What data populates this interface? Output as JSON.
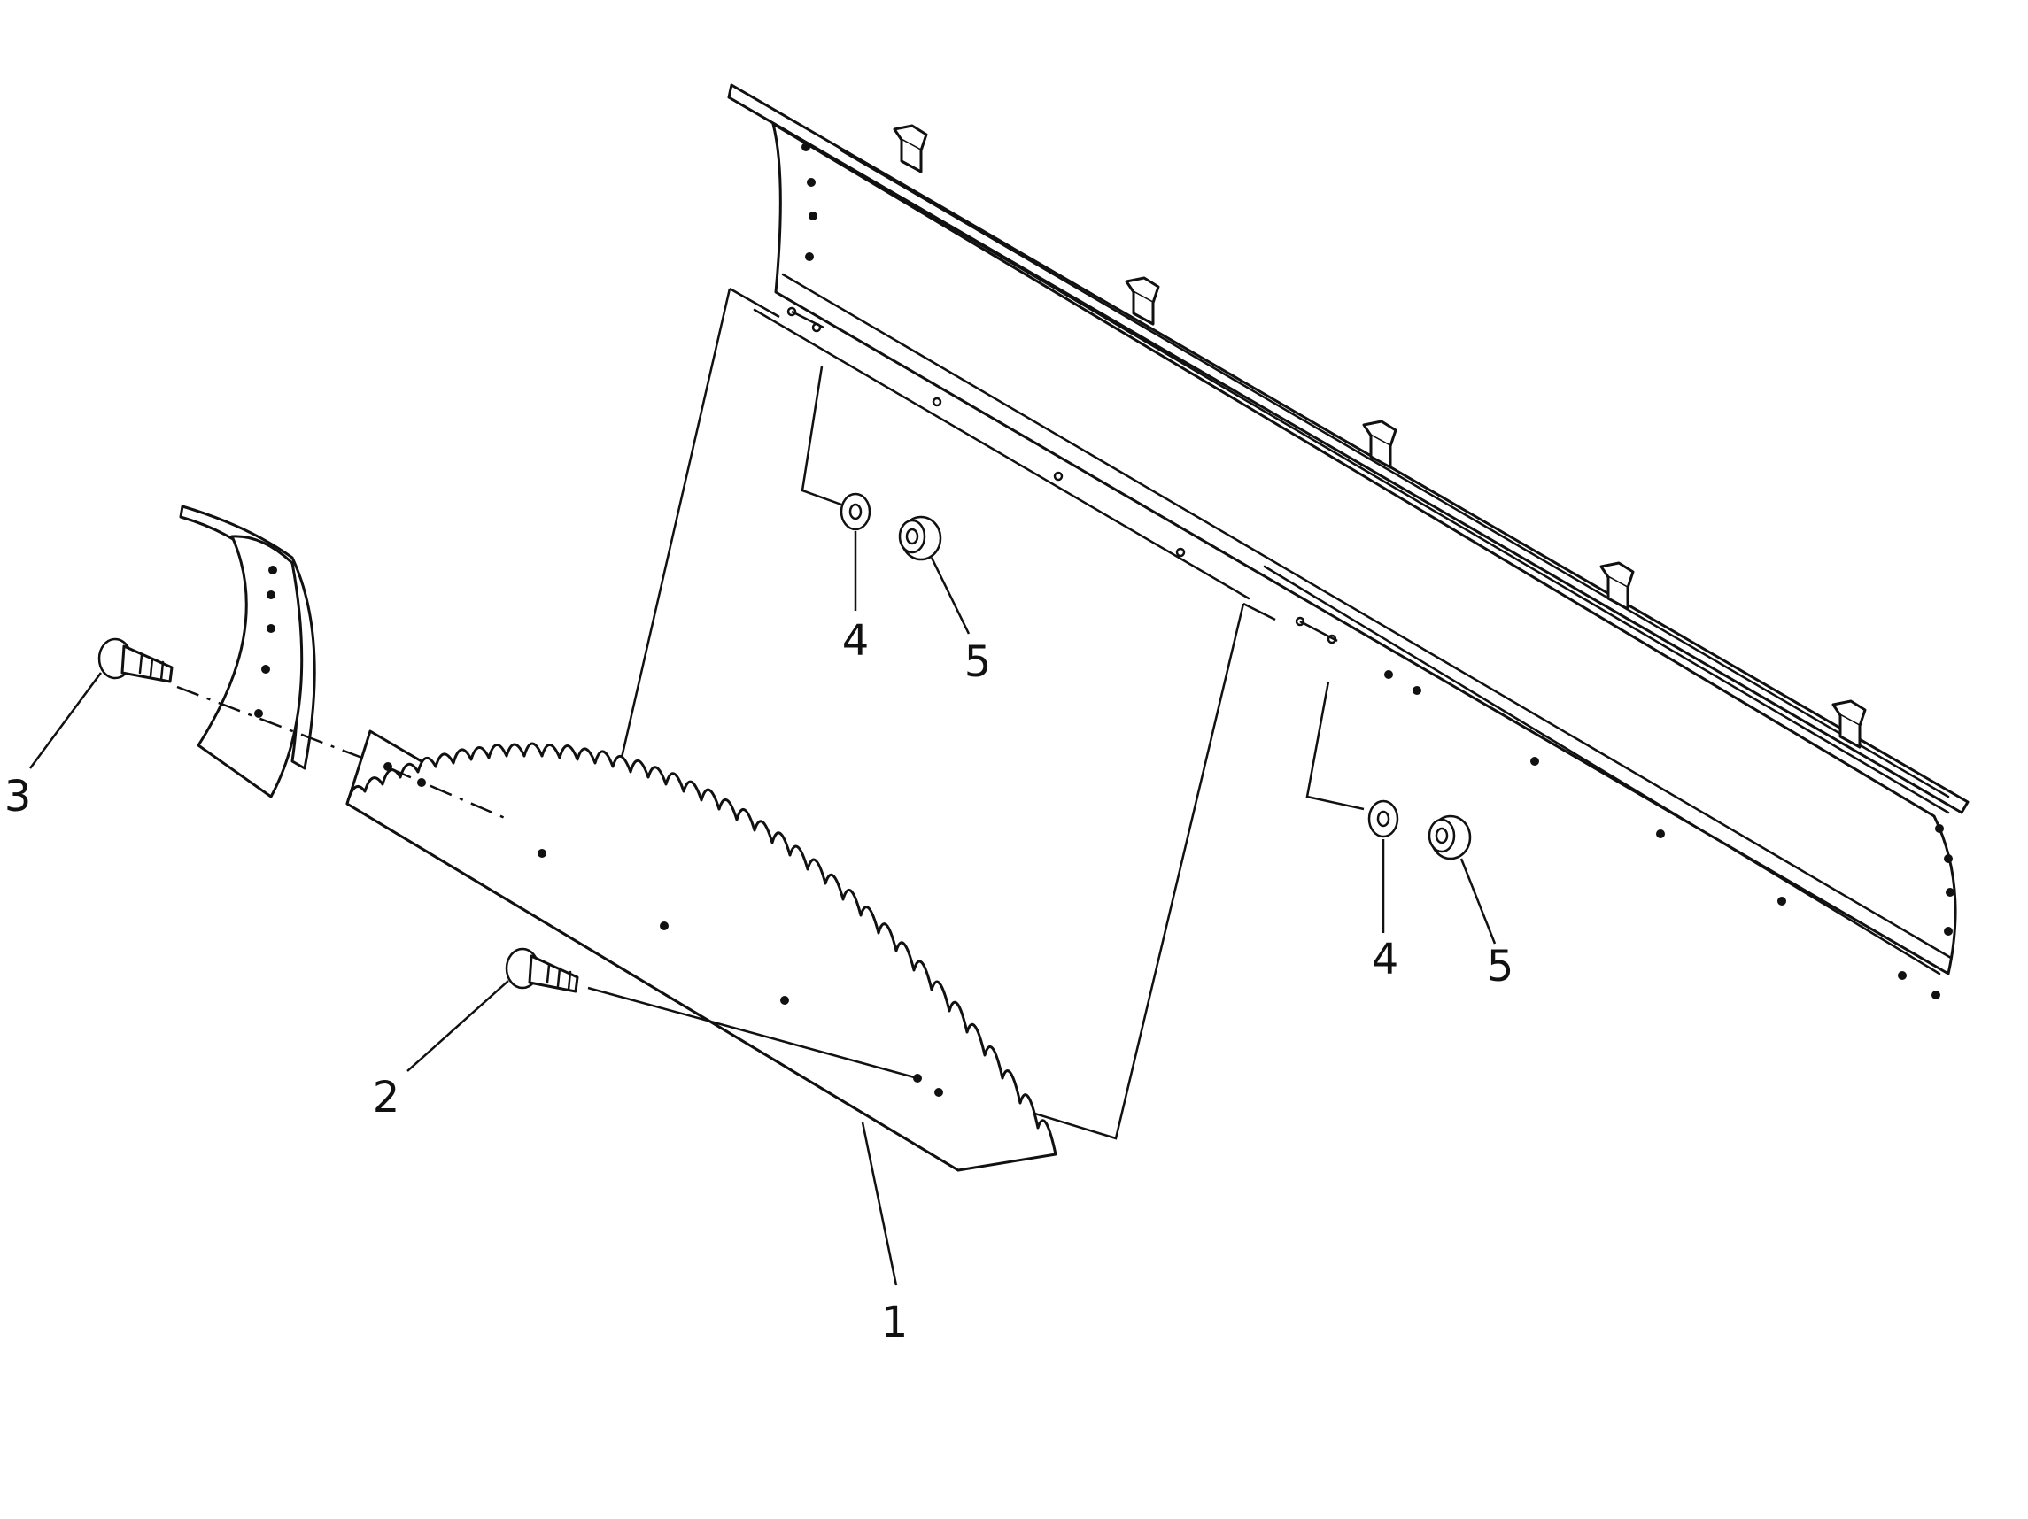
{
  "callouts": {
    "cutting_edge": "1",
    "bolt_edge": "2",
    "bolt_end_bit": "3",
    "washer_left": "4",
    "nut_left": "5",
    "washer_right": "4",
    "nut_right": "5"
  },
  "colors": {
    "line": "#111111",
    "background": "#ffffff"
  }
}
